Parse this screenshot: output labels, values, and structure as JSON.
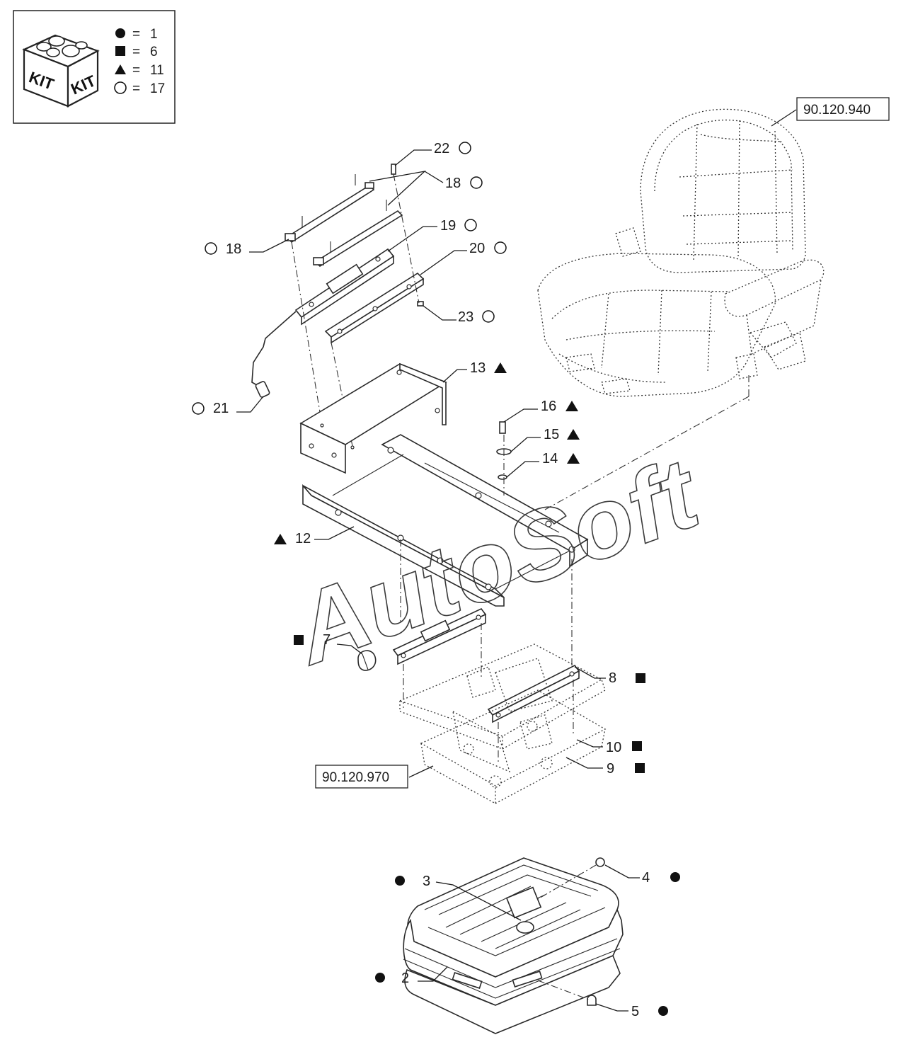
{
  "kit_legend": {
    "box_word_1": "KIT",
    "box_word_2": "KIT",
    "entries": [
      {
        "symbol": "circle-filled",
        "equals": "=",
        "value": "1"
      },
      {
        "symbol": "square-filled",
        "equals": "=",
        "value": "6"
      },
      {
        "symbol": "triangle-filled",
        "equals": "=",
        "value": "11"
      },
      {
        "symbol": "circle-open",
        "equals": "=",
        "value": "17"
      }
    ]
  },
  "references": {
    "seat_assembly": "90.120.940",
    "suspension_assembly": "90.120.970"
  },
  "callouts": [
    {
      "number": "22",
      "kit": "circle-open"
    },
    {
      "number": "18",
      "kit": "circle-open"
    },
    {
      "number": "19",
      "kit": "circle-open"
    },
    {
      "number": "20",
      "kit": "circle-open"
    },
    {
      "number": "18",
      "kit": "circle-open"
    },
    {
      "number": "23",
      "kit": "circle-open"
    },
    {
      "number": "21",
      "kit": "circle-open"
    },
    {
      "number": "13",
      "kit": "triangle-filled"
    },
    {
      "number": "16",
      "kit": "triangle-filled"
    },
    {
      "number": "15",
      "kit": "triangle-filled"
    },
    {
      "number": "14",
      "kit": "triangle-filled"
    },
    {
      "number": "12",
      "kit": "triangle-filled"
    },
    {
      "number": "7",
      "kit": "square-filled"
    },
    {
      "number": "8",
      "kit": "square-filled"
    },
    {
      "number": "10",
      "kit": "square-filled"
    },
    {
      "number": "9",
      "kit": "square-filled"
    },
    {
      "number": "3",
      "kit": "circle-filled"
    },
    {
      "number": "4",
      "kit": "circle-filled"
    },
    {
      "number": "2",
      "kit": "circle-filled"
    },
    {
      "number": "5",
      "kit": "circle-filled"
    }
  ],
  "watermark": "AutoSoft",
  "colors": {
    "line": "#2a2a2a",
    "background": "#ffffff"
  }
}
